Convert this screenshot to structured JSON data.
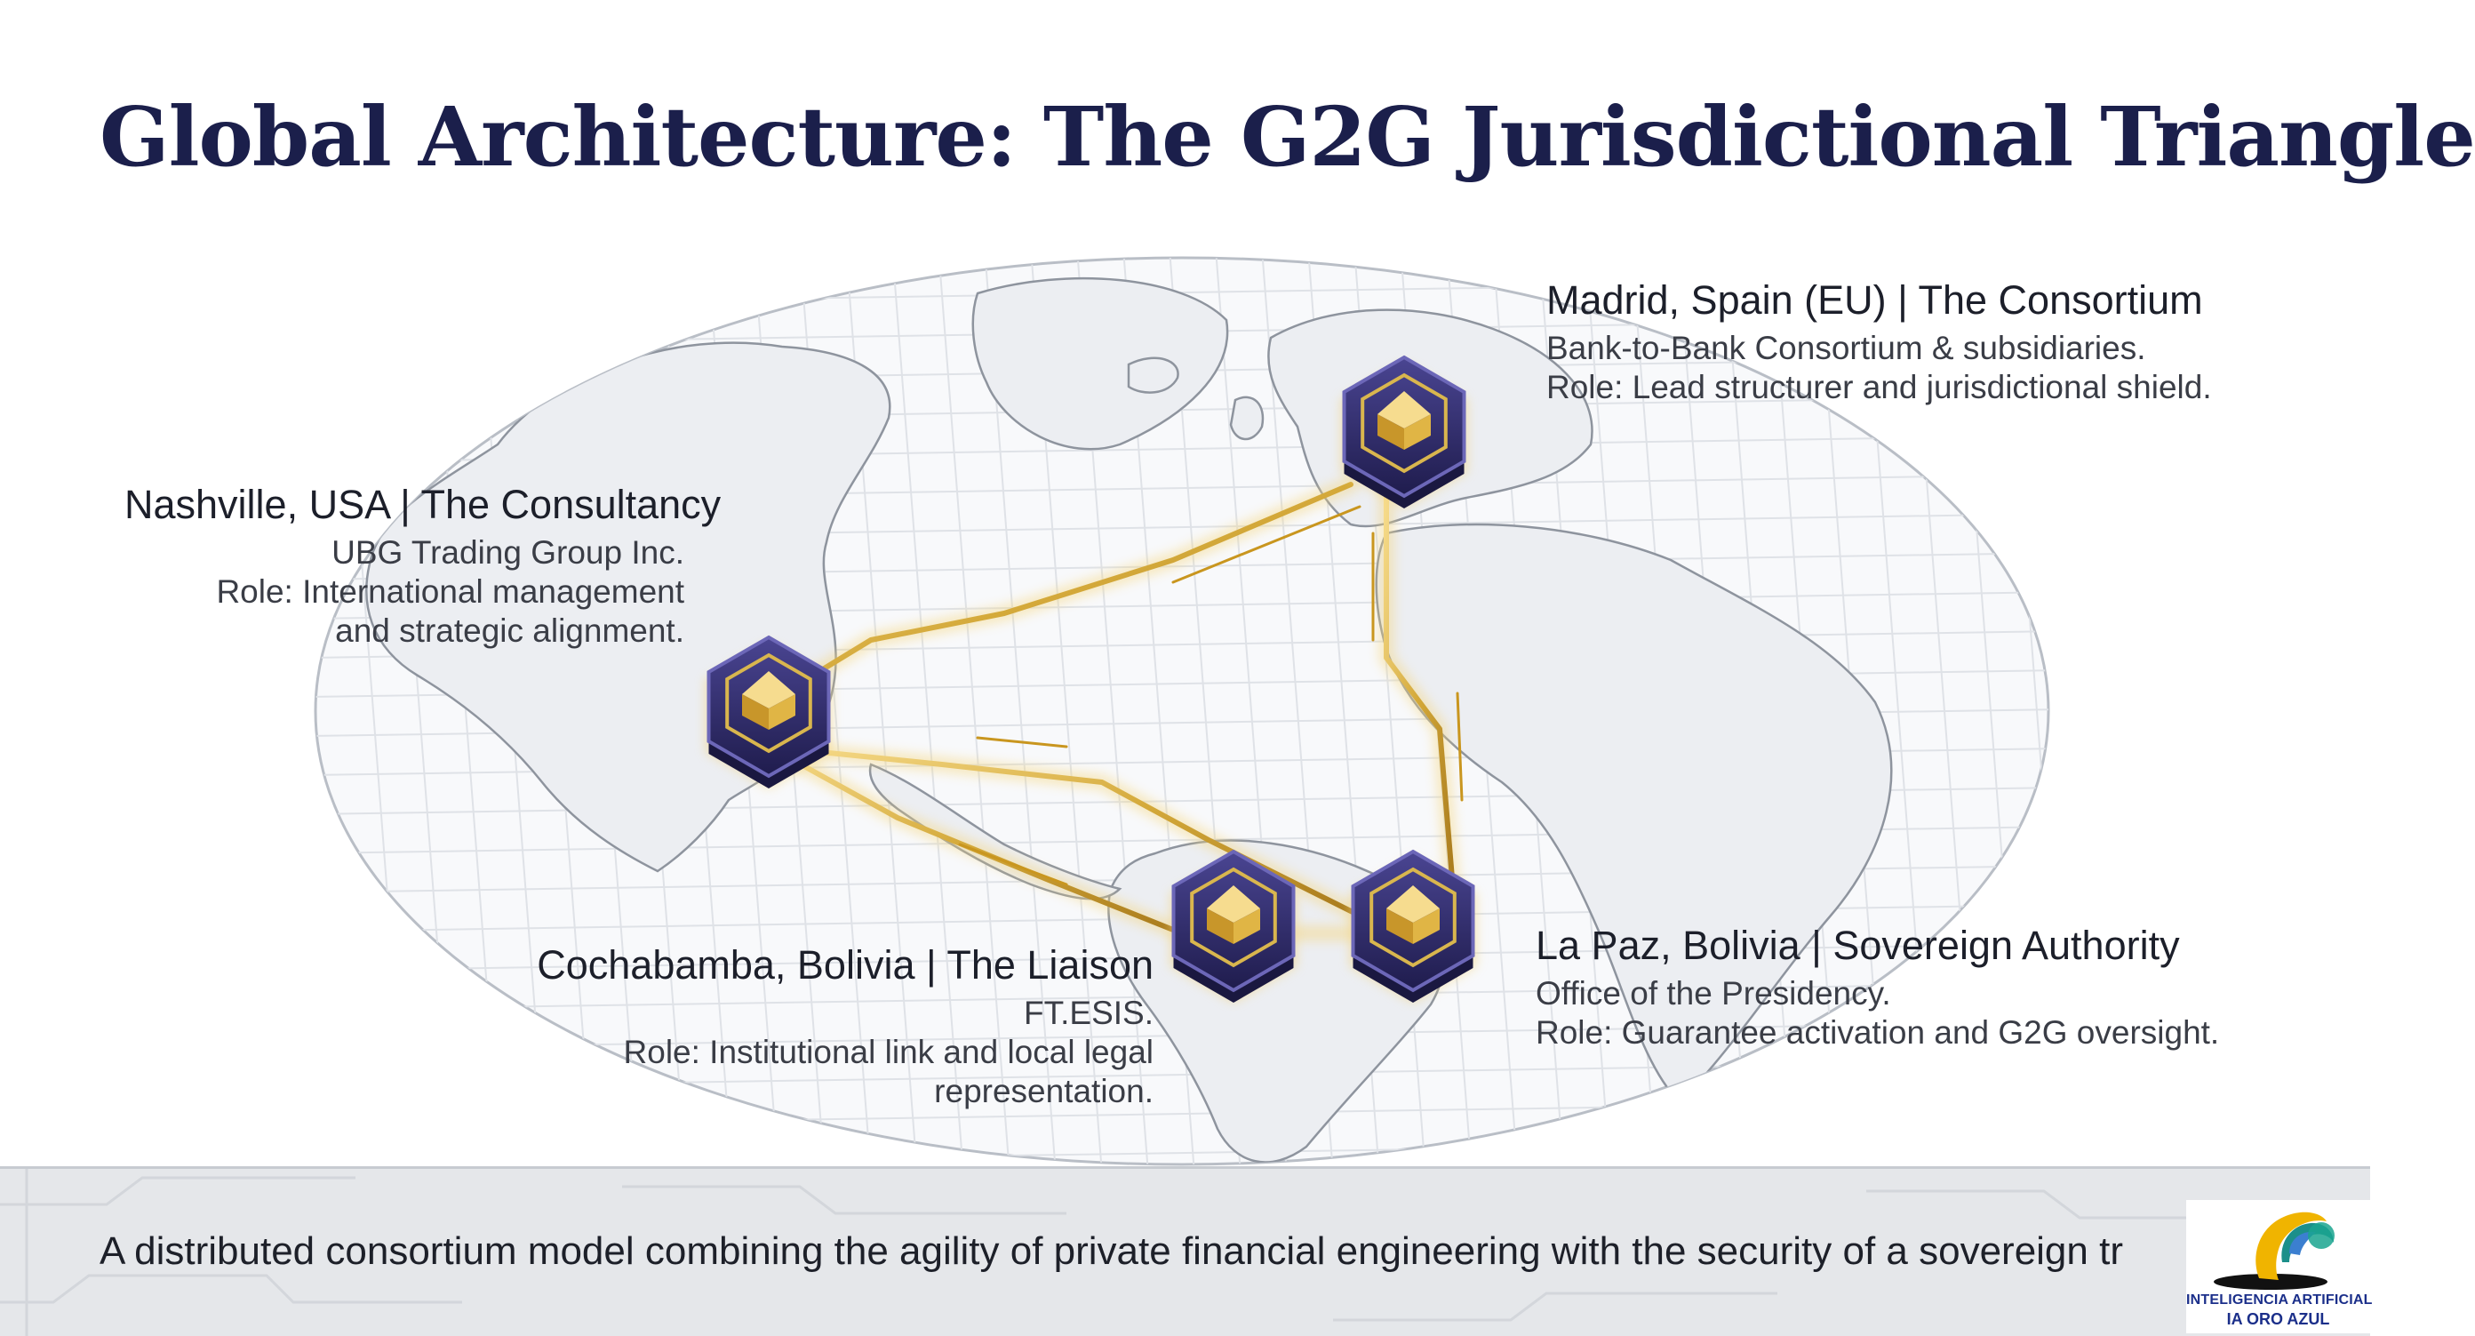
{
  "title": "Global Architecture: The G2G Jurisdictional Triangle",
  "nodes": {
    "madrid": {
      "heading": "Madrid, Spain (EU) | The Consortium",
      "line1": "Bank-to-Bank Consortium & subsidiaries.",
      "line2": "Role: Lead structurer and jurisdictional shield."
    },
    "nashville": {
      "heading": "Nashville, USA | The Consultancy",
      "line1": "UBG Trading Group Inc.",
      "line2": "Role: International management",
      "line3": "and strategic alignment."
    },
    "cochabamba": {
      "heading": "Cochabamba, Bolivia | The Liaison",
      "line1": "FT.ESIS.",
      "line2": "Role: Institutional link and local legal",
      "line3": "representation."
    },
    "lapaz": {
      "heading": "La Paz, Bolivia | Sovereign Authority",
      "line1": "Office of the Presidency.",
      "line2": "Role: Guarantee activation and G2G oversight."
    }
  },
  "footer": {
    "text": "A distributed consortium model combining the agility of private financial engineering with the security of a sovereign tr"
  },
  "logo": {
    "line1": "INTELIGENCIA ARTIFICIAL",
    "line2": "IA ORO AZUL"
  },
  "colors": {
    "title": "#1b1f4b",
    "gold": "#d4a93a",
    "hex_dark": "#2f2b6b",
    "footer_bg": "#e5e7ea",
    "logo_text": "#1b2f8a"
  }
}
